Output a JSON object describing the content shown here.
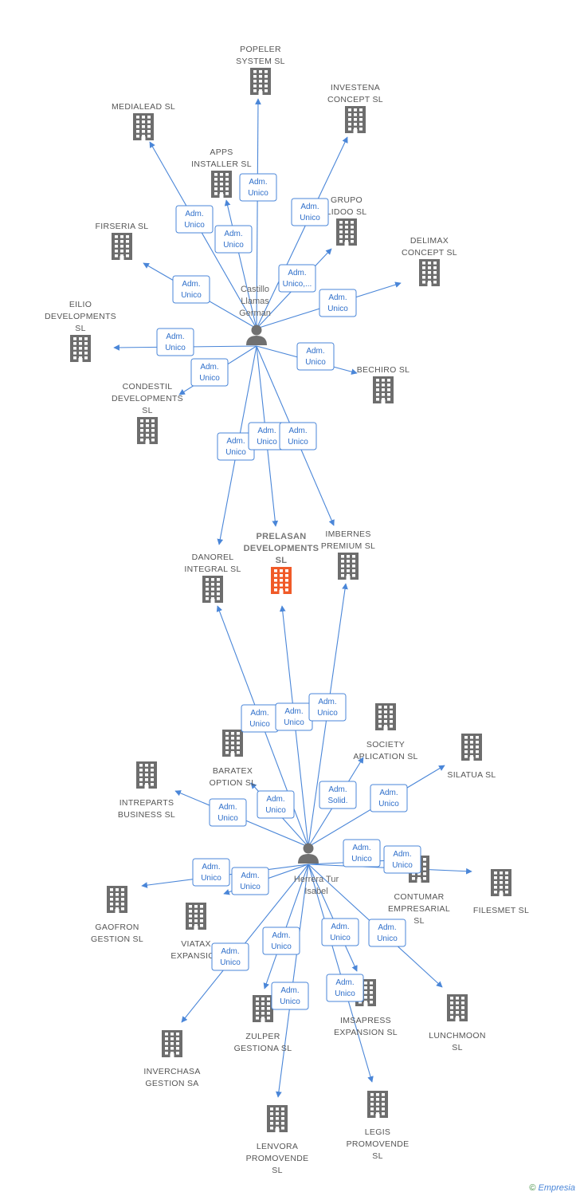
{
  "people": [
    {
      "id": "castillo",
      "lines": [
        "Castillo",
        "Llamas",
        "German"
      ],
      "icon": "person-icon"
    },
    {
      "id": "herrera",
      "lines": [
        "Herrera Tur",
        "Isabel"
      ],
      "icon": "person-icon"
    }
  ],
  "companies": [
    {
      "id": "popeler",
      "lines": [
        "POPELER",
        "SYSTEM SL"
      ]
    },
    {
      "id": "investena",
      "lines": [
        "INVESTENA",
        "CONCEPT SL"
      ]
    },
    {
      "id": "medialead",
      "lines": [
        "MEDIALEAD SL"
      ]
    },
    {
      "id": "apps",
      "lines": [
        "APPS",
        "INSTALLER SL"
      ]
    },
    {
      "id": "grupo",
      "lines": [
        "GRUPO",
        "LIDOO SL"
      ]
    },
    {
      "id": "firseria",
      "lines": [
        "FIRSERIA SL"
      ]
    },
    {
      "id": "delimax",
      "lines": [
        "DELIMAX",
        "CONCEPT SL"
      ]
    },
    {
      "id": "eilio",
      "lines": [
        "EILIO",
        "DEVELOPMENTS",
        "SL"
      ]
    },
    {
      "id": "bechiro",
      "lines": [
        "BECHIRO SL"
      ]
    },
    {
      "id": "condestil",
      "lines": [
        "CONDESTIL",
        "DEVELOPMENTS",
        "SL"
      ]
    },
    {
      "id": "prelasan",
      "lines": [
        "PRELASAN",
        "DEVELOPMENTS",
        "SL"
      ],
      "main": true
    },
    {
      "id": "imbernes",
      "lines": [
        "IMBERNES",
        "PREMIUM SL"
      ]
    },
    {
      "id": "danorel",
      "lines": [
        "DANOREL",
        "INTEGRAL SL"
      ]
    },
    {
      "id": "society",
      "lines": [
        "SOCIETY",
        "APLICATION SL"
      ]
    },
    {
      "id": "silatua",
      "lines": [
        "SILATUA SL"
      ]
    },
    {
      "id": "baratex",
      "lines": [
        "BARATEX",
        "OPTION SL"
      ]
    },
    {
      "id": "intreparts",
      "lines": [
        "INTREPARTS",
        "BUSINESS SL"
      ]
    },
    {
      "id": "contumar",
      "lines": [
        "CONTUMAR",
        "EMPRESARIAL",
        "SL"
      ]
    },
    {
      "id": "filesmet",
      "lines": [
        "FILESMET SL"
      ]
    },
    {
      "id": "gaofron",
      "lines": [
        "GAOFRON",
        "GESTION SL"
      ]
    },
    {
      "id": "viatax",
      "lines": [
        "VIATAX",
        "EXPANSION"
      ]
    },
    {
      "id": "zulper",
      "lines": [
        "ZULPER",
        "GESTIONA SL"
      ]
    },
    {
      "id": "imsapress",
      "lines": [
        "IMSAPRESS",
        "EXPANSION SL"
      ]
    },
    {
      "id": "lunchmoon",
      "lines": [
        "LUNCHMOON",
        "SL"
      ]
    },
    {
      "id": "inverchasa",
      "lines": [
        "INVERCHASA",
        "GESTION SA"
      ]
    },
    {
      "id": "lenvora",
      "lines": [
        "LENVORA",
        "PROMOVENDE",
        "SL"
      ]
    },
    {
      "id": "legis",
      "lines": [
        "LEGIS",
        "PROMOVENDE",
        "SL"
      ]
    }
  ],
  "edges": [
    {
      "from": "castillo",
      "to": "popeler",
      "role": [
        "Adm.",
        "Unico"
      ]
    },
    {
      "from": "castillo",
      "to": "investena",
      "role": [
        "Adm.",
        "Unico"
      ]
    },
    {
      "from": "castillo",
      "to": "medialead",
      "role": [
        "Adm.",
        "Unico"
      ]
    },
    {
      "from": "castillo",
      "to": "apps",
      "role": [
        "Adm.",
        "Unico"
      ]
    },
    {
      "from": "castillo",
      "to": "grupo",
      "role": [
        "Adm.",
        "Unico,..."
      ]
    },
    {
      "from": "castillo",
      "to": "firseria",
      "role": [
        "Adm.",
        "Unico"
      ]
    },
    {
      "from": "castillo",
      "to": "delimax",
      "role": [
        "Adm.",
        "Unico"
      ]
    },
    {
      "from": "castillo",
      "to": "eilio",
      "role": [
        "Adm.",
        "Unico"
      ]
    },
    {
      "from": "castillo",
      "to": "bechiro",
      "role": [
        "Adm.",
        "Unico"
      ]
    },
    {
      "from": "castillo",
      "to": "condestil",
      "role": [
        "Adm.",
        "Unico"
      ]
    },
    {
      "from": "castillo",
      "to": "danorel",
      "role": [
        "Adm.",
        "Unico"
      ]
    },
    {
      "from": "castillo",
      "to": "prelasan",
      "role": [
        "Adm.",
        "Unico"
      ]
    },
    {
      "from": "castillo",
      "to": "imbernes",
      "role": [
        "Adm.",
        "Unico"
      ]
    },
    {
      "from": "herrera",
      "to": "danorel",
      "role": [
        "Adm.",
        "Unico"
      ]
    },
    {
      "from": "herrera",
      "to": "prelasan",
      "role": [
        "Adm.",
        "Unico"
      ]
    },
    {
      "from": "herrera",
      "to": "imbernes",
      "role": [
        "Adm.",
        "Unico"
      ]
    },
    {
      "from": "herrera",
      "to": "society",
      "role": [
        "Adm.",
        "Solid."
      ]
    },
    {
      "from": "herrera",
      "to": "silatua",
      "role": [
        "Adm.",
        "Unico"
      ]
    },
    {
      "from": "herrera",
      "to": "baratex",
      "role": [
        "Adm.",
        "Unico"
      ]
    },
    {
      "from": "herrera",
      "to": "intreparts",
      "role": [
        "Adm.",
        "Unico"
      ]
    },
    {
      "from": "herrera",
      "to": "contumar",
      "role": [
        "Adm.",
        "Unico"
      ]
    },
    {
      "from": "herrera",
      "to": "filesmet",
      "role": [
        "Adm.",
        "Unico"
      ]
    },
    {
      "from": "herrera",
      "to": "gaofron",
      "role": [
        "Adm.",
        "Unico"
      ]
    },
    {
      "from": "herrera",
      "to": "viatax",
      "role": [
        "Adm.",
        "Unico"
      ]
    },
    {
      "from": "herrera",
      "to": "inverchasa",
      "role": [
        "Adm.",
        "Unico"
      ]
    },
    {
      "from": "herrera",
      "to": "zulper",
      "role": [
        "Adm.",
        "Unico"
      ]
    },
    {
      "from": "herrera",
      "to": "lenvora",
      "role": [
        "Adm.",
        "Unico"
      ]
    },
    {
      "from": "herrera",
      "to": "imsapress",
      "role": [
        "Adm.",
        "Unico"
      ]
    },
    {
      "from": "herrera",
      "to": "legis",
      "role": [
        "Adm.",
        "Unico"
      ]
    },
    {
      "from": "herrera",
      "to": "lunchmoon",
      "role": [
        "Adm.",
        "Unico"
      ]
    }
  ],
  "colors": {
    "edge": "#4a86d8",
    "building": "#6d6d6d",
    "main_building": "#f05a28",
    "person": "#707070"
  },
  "footer": {
    "symbol": "©",
    "brand": "Empresia"
  }
}
